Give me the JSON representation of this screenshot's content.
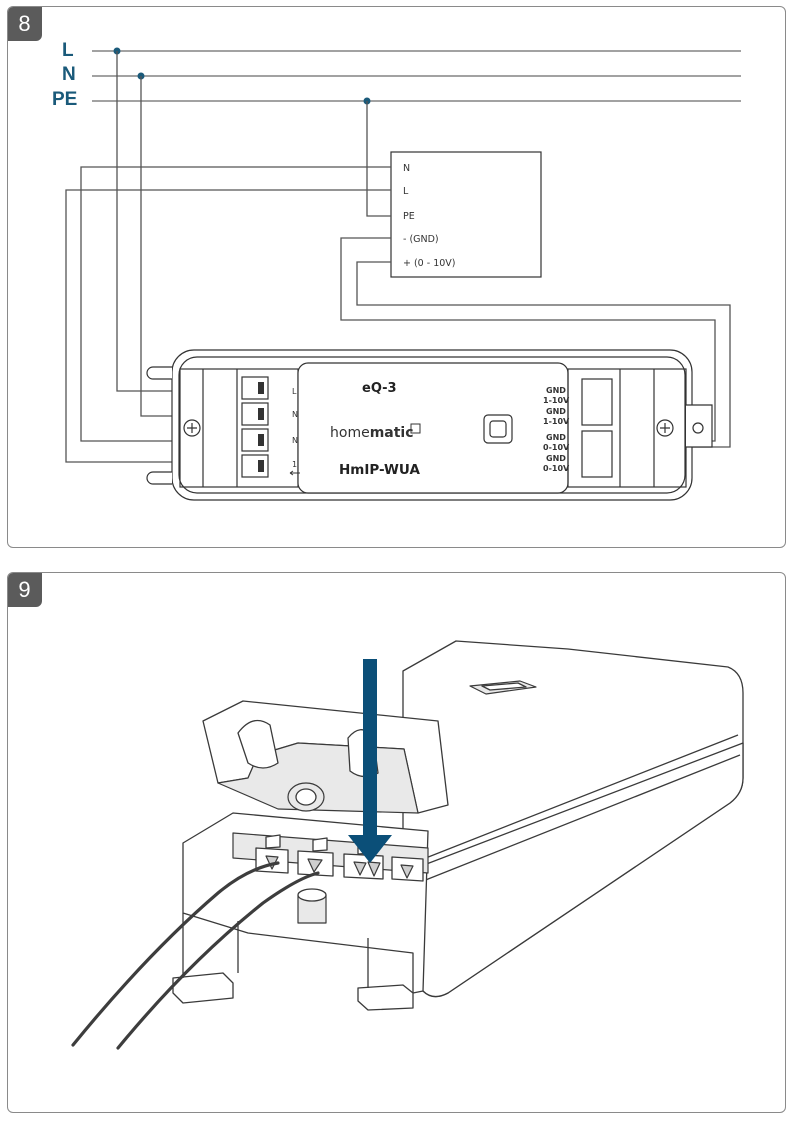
{
  "steps": [
    {
      "number": "8",
      "bus_lines": [
        "L",
        "N",
        "PE"
      ],
      "ballast_terminals": [
        "N",
        "L",
        "PE",
        "- (GND)",
        "+ (0 - 10V)"
      ],
      "device": {
        "brand": "eQ-3",
        "logo_text_light": "home",
        "logo_text_bold": "matic",
        "model": "HmIP-WUA",
        "left_terminals": [
          "L",
          "N",
          "N",
          "1"
        ],
        "right_terminals": [
          "GND",
          "1-10V",
          "GND",
          "1-10V",
          "GND",
          "0-10V",
          "GND",
          "0-10V"
        ]
      }
    },
    {
      "number": "9"
    }
  ],
  "colors": {
    "accent": "#1a5a7a",
    "arrow": "#0b4f78",
    "badge": "#5b5b5b"
  }
}
